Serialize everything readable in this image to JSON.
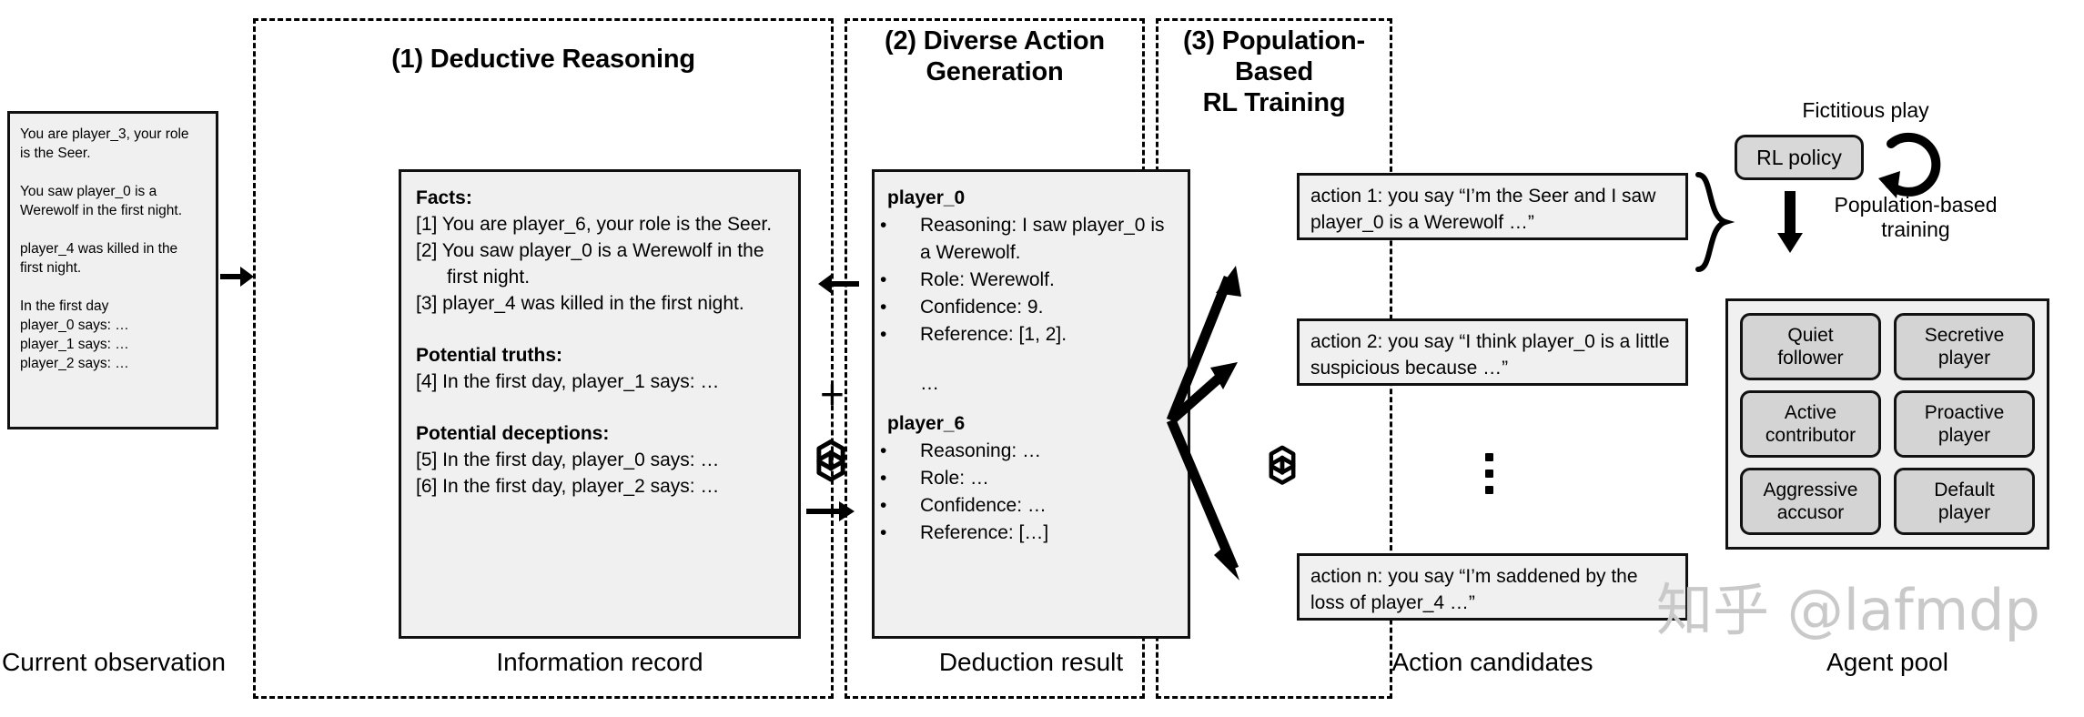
{
  "panels": [
    {
      "id": "deductive",
      "title": "(1) Deductive Reasoning"
    },
    {
      "id": "diverse",
      "title": "(2) Diverse Action\nGeneration"
    },
    {
      "id": "pbrl",
      "title": "(3) Population-Based\nRL Training"
    }
  ],
  "observation": {
    "caption": "Current observation",
    "lines": [
      "You are player_3, your role",
      "is the Seer.",
      "",
      "You saw player_0 is a",
      "Werewolf in the first night.",
      "",
      "player_4 was killed in the",
      "first night.",
      "",
      "In the first day",
      "player_0 says: …",
      "player_1 says: …",
      "player_2 says: …"
    ]
  },
  "information_record": {
    "caption": "Information record",
    "facts_heading": "Facts:",
    "facts": [
      "[1] You are player_6, your role is the Seer.",
      "[2] You saw player_0 is a Werewolf in the first night.",
      "[3] player_4 was killed in the first night."
    ],
    "truths_heading": "Potential truths:",
    "truths": [
      "[4] In the first day, player_1 says: …"
    ],
    "deceptions_heading": "Potential deceptions:",
    "deceptions": [
      "[5] In the first day, player_0 says: …",
      "[6] In the first day, player_2 says: …"
    ]
  },
  "deduction_result": {
    "caption": "Deduction result",
    "entries": [
      {
        "name": "player_0",
        "items": [
          "Reasoning: I saw player_0 is a Werewolf.",
          "Role: Werewolf.",
          "Confidence: 9.",
          "Reference: [1, 2]."
        ]
      },
      {
        "name": "player_6",
        "items": [
          "Reasoning: …",
          "Role: …",
          "Confidence: …",
          "Reference: […]"
        ]
      }
    ],
    "separator": "…",
    "plus_symbol": "+"
  },
  "action_candidates": {
    "caption": "Action candidates",
    "items": [
      "action 1: you say “I’m the Seer and I saw player_0 is a Werewolf …”",
      "action 2: you say “I think player_0 is a little suspicious because …”",
      "action n: you say “I’m saddened by the loss of player_4 …”"
    ],
    "vertical_ellipsis": "⋮"
  },
  "rl_training": {
    "caption": "Agent pool",
    "fictitious_play_label": "Fictitious play",
    "policy_label": "RL policy",
    "population_training_label": "Population-based\ntraining",
    "agents": [
      "Quiet\nfollower",
      "Secretive\nplayer",
      "Active\ncontributor",
      "Proactive\nplayer",
      "Aggressive\naccusor",
      "Default\nplayer"
    ]
  },
  "icons": {
    "llm": "openai-logo-icon",
    "arrow_right": "arrow-right-icon",
    "arrow_left": "arrow-left-icon",
    "brace": "curly-brace-icon",
    "loop": "circular-arrow-icon"
  },
  "watermark": "知乎 @lafmdp",
  "colors": {
    "box_fill": "#f0f0f0",
    "chip_fill": "#d4d4d4",
    "stroke": "#111111",
    "watermark": "#c9c9c9"
  }
}
